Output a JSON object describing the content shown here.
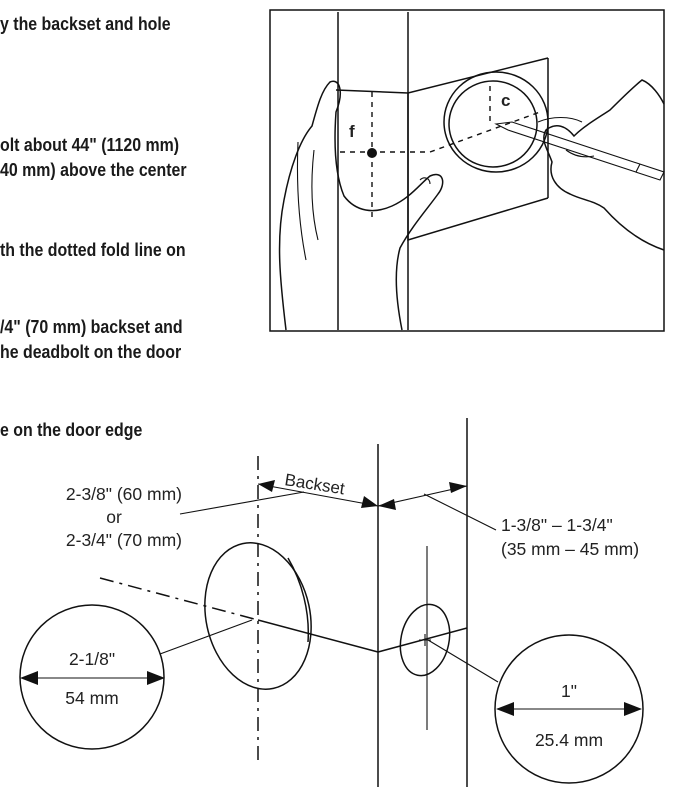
{
  "instructions": {
    "line1": "y the backset and hole",
    "line2": "olt about 44\" (1120 mm)",
    "line3": "40 mm) above the center",
    "line4": "th the dotted fold line on",
    "line5": "/4\" (70 mm) backset and",
    "line6": "he deadbolt on the door",
    "line7": "e on the door edge"
  },
  "illustration": {
    "label_f": "f",
    "label_c": "c"
  },
  "dimensions": {
    "backset_label": "Backset",
    "backset_option_1": "2-3/8\" (60 mm)",
    "backset_or": "or",
    "backset_option_2": "2-3/4\" (70 mm)",
    "door_thickness_1": "1-3/8\" – 1-3/4\"",
    "door_thickness_2": "(35 mm – 45 mm)",
    "bore_hole_inch": "2-1/8\"",
    "bore_hole_mm": "54 mm",
    "edge_hole_inch": "1\"",
    "edge_hole_mm": "25.4 mm"
  }
}
